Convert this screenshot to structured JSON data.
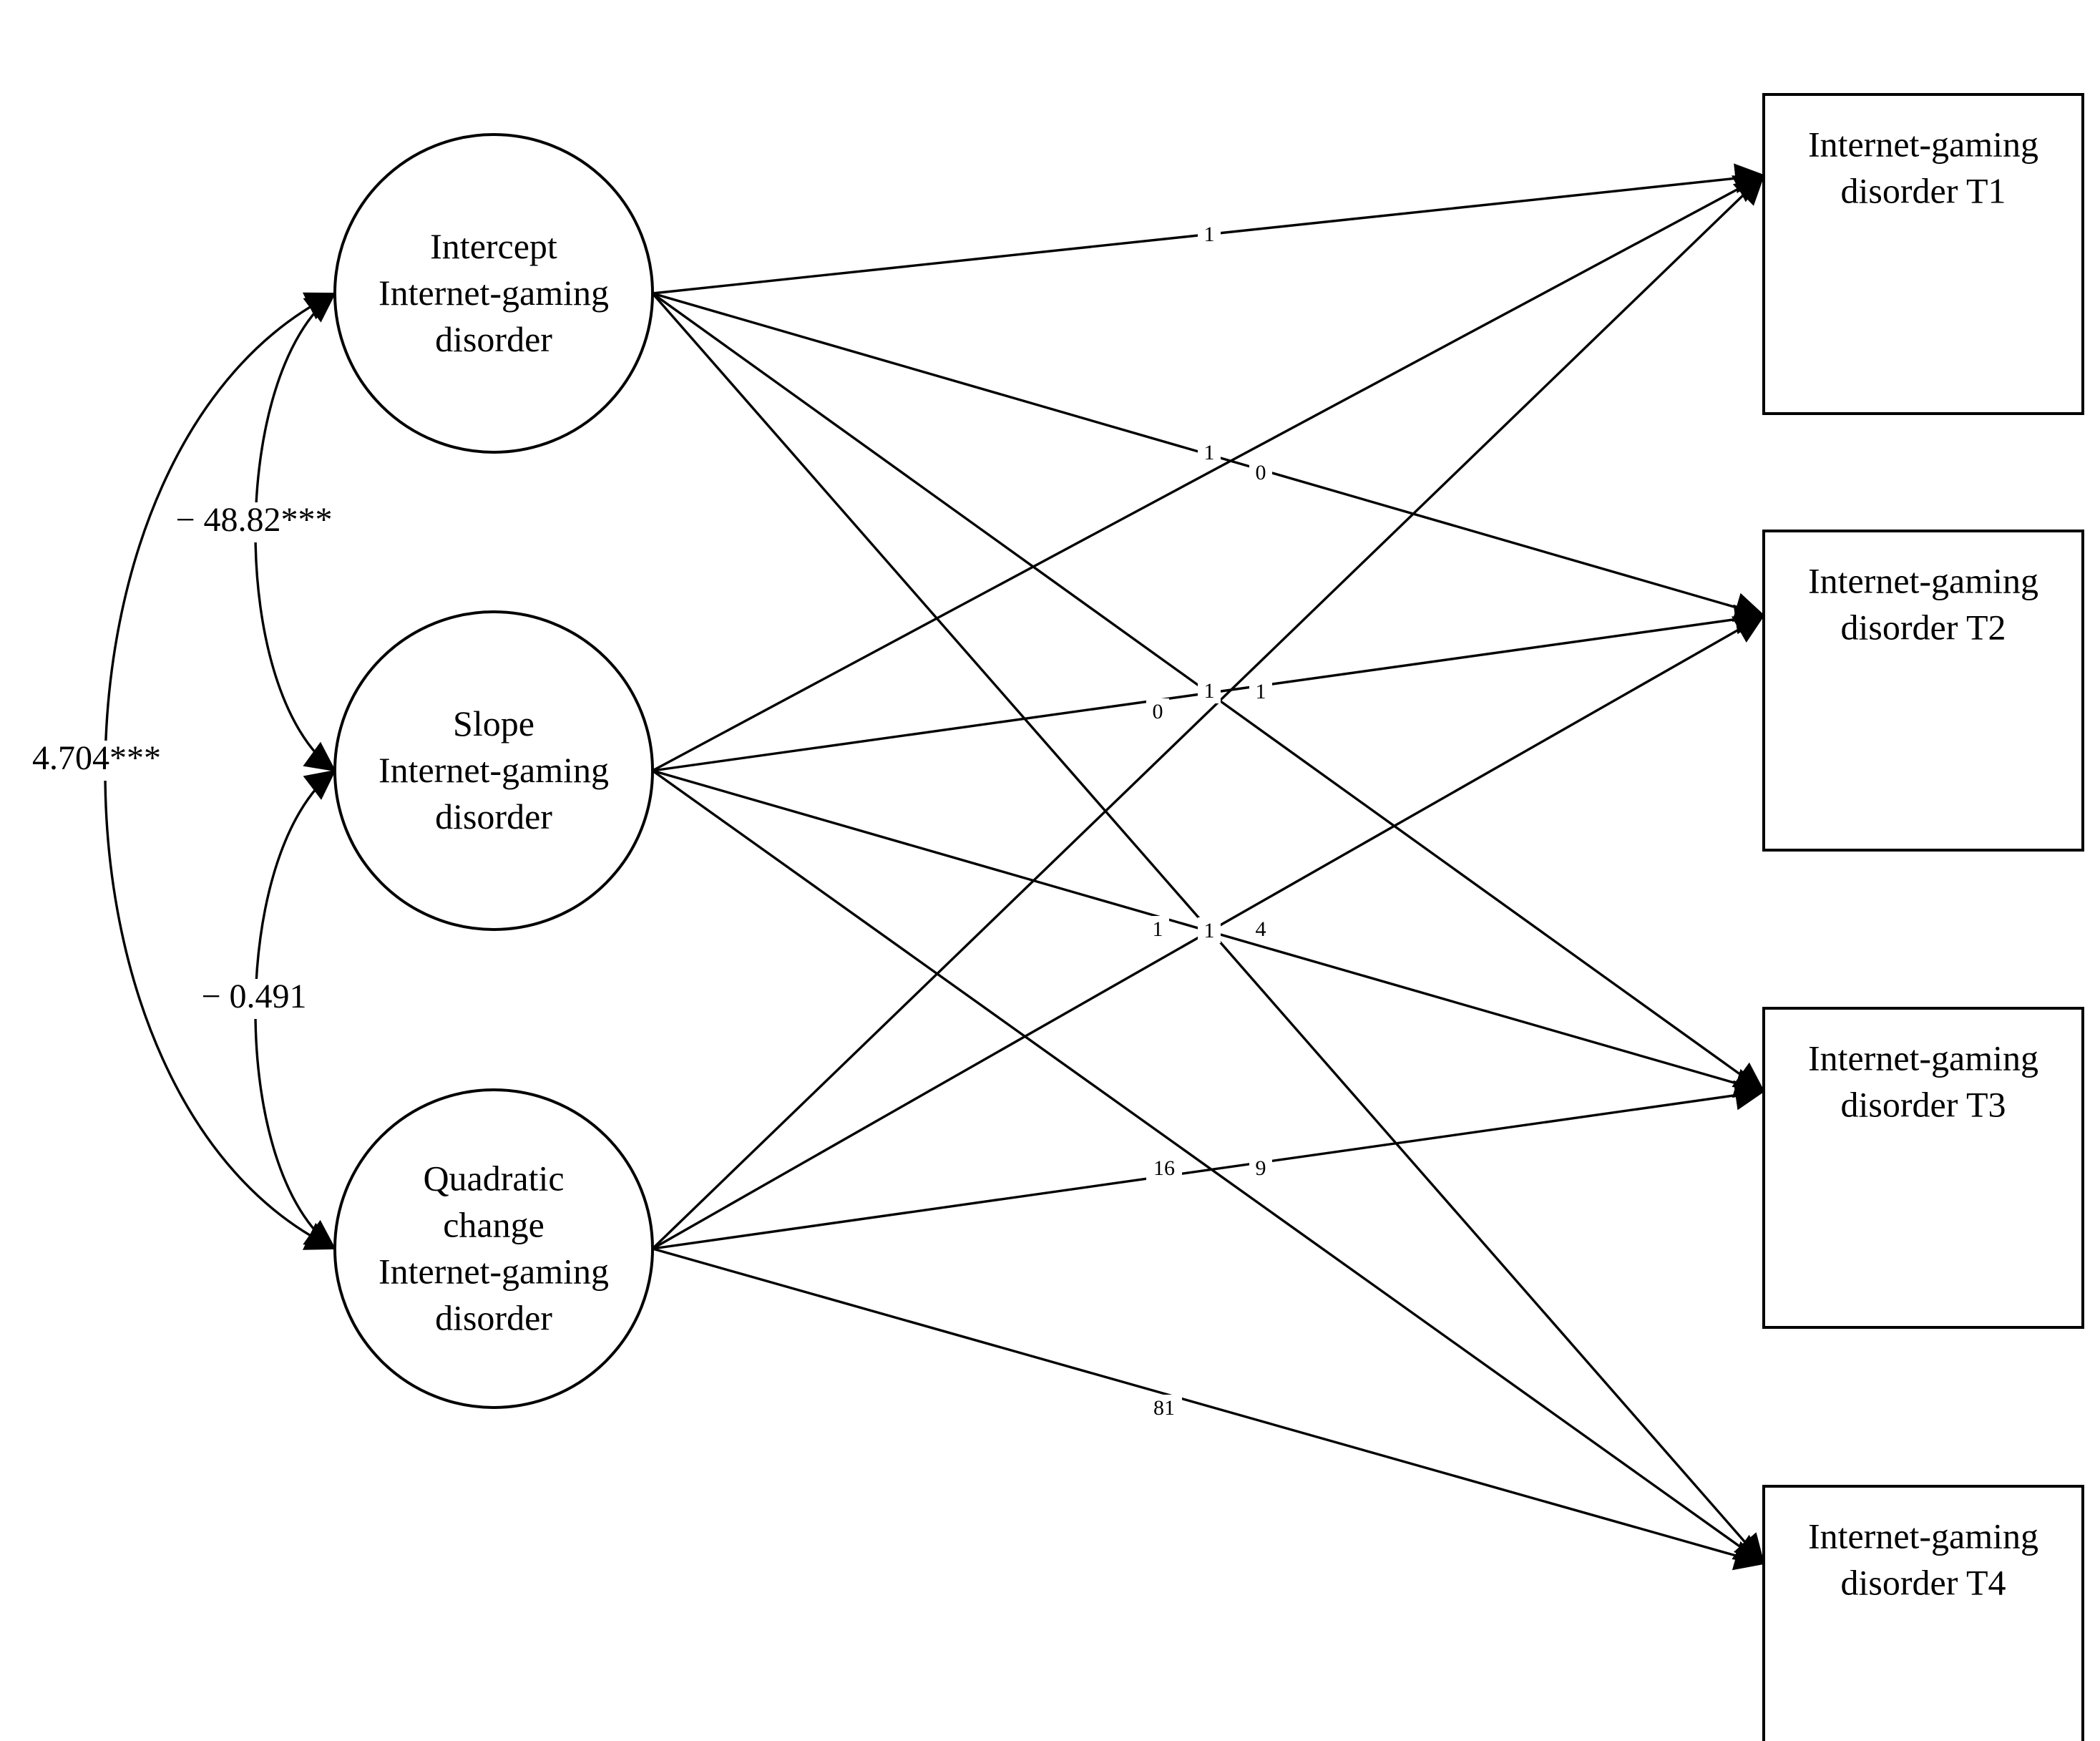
{
  "latent_factors": [
    {
      "id": "intercept",
      "lines": [
        "Intercept",
        "Internet-gaming",
        "disorder"
      ]
    },
    {
      "id": "slope",
      "lines": [
        "Slope",
        "Internet-gaming",
        "disorder"
      ]
    },
    {
      "id": "quadratic",
      "lines": [
        "Quadratic",
        "change",
        "Internet-gaming",
        "disorder"
      ]
    }
  ],
  "observed_variables": [
    {
      "id": "t1",
      "lines": [
        "Internet-gaming",
        "disorder T1"
      ]
    },
    {
      "id": "t2",
      "lines": [
        "Internet-gaming",
        "disorder T2"
      ]
    },
    {
      "id": "t3",
      "lines": [
        "Internet-gaming",
        "disorder T3"
      ]
    },
    {
      "id": "t4",
      "lines": [
        "Internet-gaming",
        "disorder T4"
      ]
    }
  ],
  "covariances": [
    {
      "from": "intercept",
      "to": "slope",
      "label": "− 48.82***"
    },
    {
      "from": "slope",
      "to": "quadratic",
      "label": "− 0.491"
    },
    {
      "from": "intercept",
      "to": "quadratic",
      "label": "4.704***"
    }
  ],
  "factor_loadings": [
    {
      "from": "intercept",
      "to": "t1",
      "label": "1"
    },
    {
      "from": "intercept",
      "to": "t2",
      "label": "1"
    },
    {
      "from": "intercept",
      "to": "t3",
      "label": "1"
    },
    {
      "from": "intercept",
      "to": "t4",
      "label": "1"
    },
    {
      "from": "slope",
      "to": "t1",
      "label": "0"
    },
    {
      "from": "slope",
      "to": "t2",
      "label": "1"
    },
    {
      "from": "slope",
      "to": "t3",
      "label": "4"
    },
    {
      "from": "slope",
      "to": "t4",
      "label": "9"
    },
    {
      "from": "quadratic",
      "to": "t1",
      "label": "0"
    },
    {
      "from": "quadratic",
      "to": "t2",
      "label": "1"
    },
    {
      "from": "quadratic",
      "to": "t3",
      "label": "16"
    },
    {
      "from": "quadratic",
      "to": "t4",
      "label": "81"
    }
  ]
}
